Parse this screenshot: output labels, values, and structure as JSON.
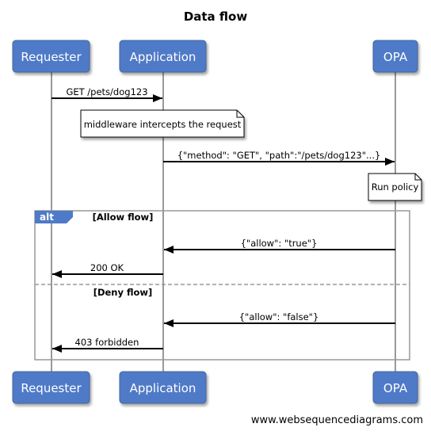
{
  "title": "Data flow",
  "participants": {
    "requester": "Requester",
    "application": "Application",
    "opa": "OPA"
  },
  "colors": {
    "actor_fill": "#4f7ac7",
    "actor_border": "#41669f",
    "lifeline": "#999999",
    "frame_border": "#999999",
    "frame_tag": "#4f7ac7",
    "note_fill": "#ffffff"
  },
  "messages": {
    "get_request": "GET /pets/dog123",
    "opa_query": "{\"method\": \"GET\", \"path\":\"/pets/dog123\"...}",
    "allow_true": "{\"allow\": \"true\"}",
    "ok_200": "200 OK",
    "allow_false": "{\"allow\": \"false\"}",
    "forbidden_403": "403 forbidden"
  },
  "notes": {
    "middleware": "middleware intercepts the request",
    "run_policy": "Run policy"
  },
  "frame": {
    "tag": "alt",
    "allow_condition": "[Allow flow]",
    "deny_condition": "[Deny flow]"
  },
  "footer": "www.websequencediagrams.com"
}
